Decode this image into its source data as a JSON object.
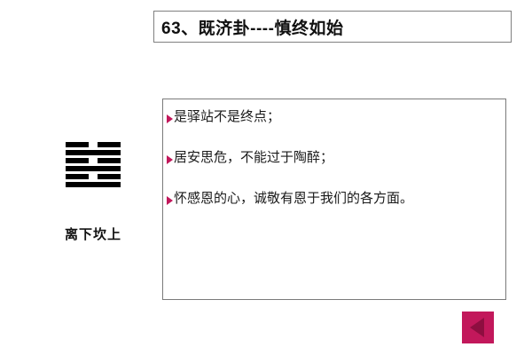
{
  "slide": {
    "title": "63、既济卦----慎终如始",
    "background_color": "#ffffff"
  },
  "hexagram": {
    "name": "既济",
    "number": 63,
    "label": "离下坎上",
    "lines_top_to_bottom": [
      "broken",
      "solid",
      "broken",
      "solid",
      "broken",
      "solid"
    ],
    "line_color": "#000000"
  },
  "content": {
    "accent_color": "#C2185B",
    "bullets": [
      {
        "marker": "triangle-right-bullet",
        "text": "是驿站不是终点；"
      },
      {
        "marker": "triangle-right-bullet",
        "text": "居安思危，不能过于陶醉；"
      },
      {
        "marker": "triangle-right-bullet",
        "text": "怀感恩的心，诚敬有恩于我们的各方面。"
      }
    ]
  },
  "navigation": {
    "previous_button": {
      "icon": "triangle-left-icon",
      "background_color": "#C2185B",
      "arrow_color": "#8E0E40"
    }
  }
}
